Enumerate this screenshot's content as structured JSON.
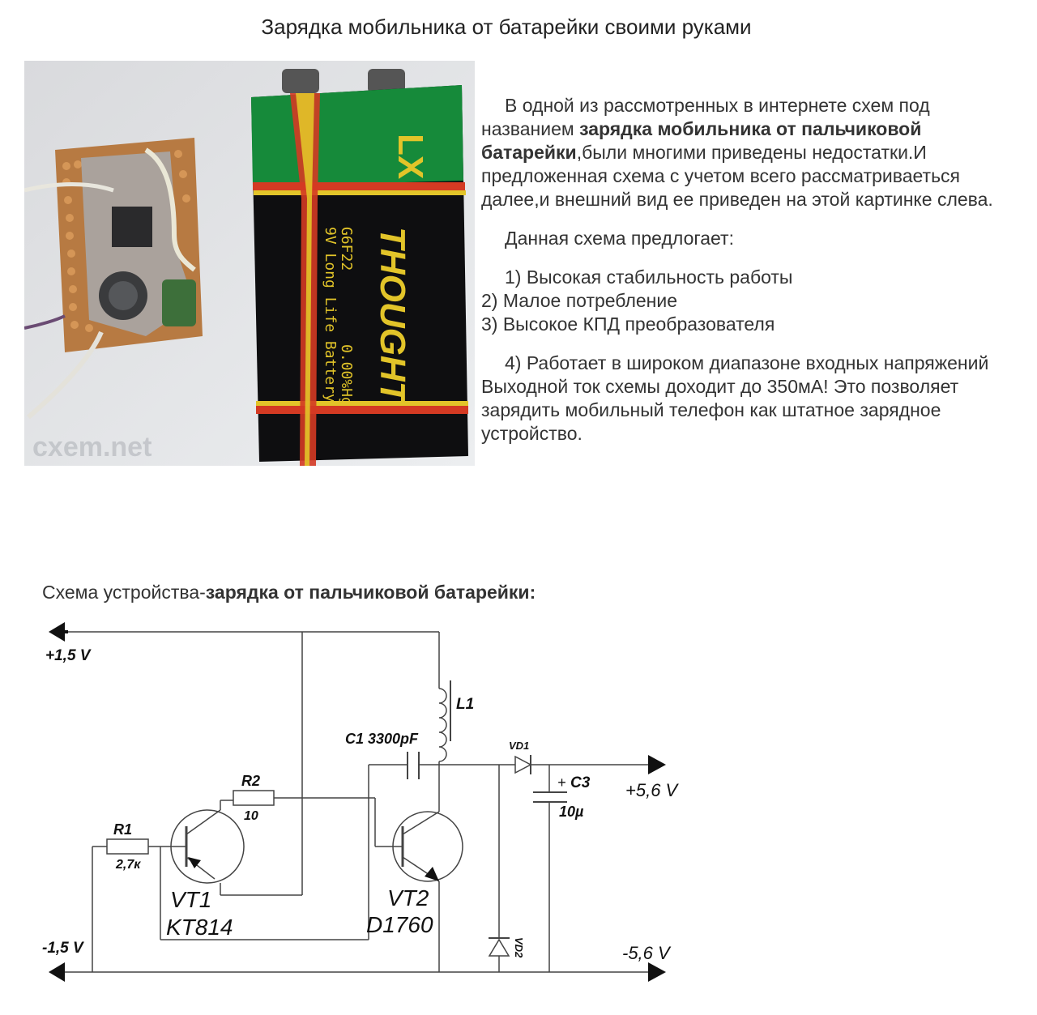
{
  "page": {
    "title": "Зарядка мобильника от батарейки своими руками"
  },
  "photo": {
    "battery_brand": "THOUGHT",
    "battery_model": "G6F22",
    "battery_mercury": "0.00%Hg",
    "battery_desc": "9V Long Life Battery",
    "battery_logo": "LX",
    "watermark": "cxem.net"
  },
  "article": {
    "p1_a": "В одной из рассмотренных в интернете схем под названием ",
    "p1_bold": "зарядка мобильника от пальчиковой батарейки",
    "p1_b": ",были многими приведены недостатки.И предложенная схема с учетом всего рассматриваеться далее,и внешний вид ее приведен на этой картинке слева.",
    "p2": "Данная схема предлогает:",
    "item1": "1) Высокая стабильность работы",
    "item2": "2) Малое потребление",
    "item3": "3) Высокое КПД преобразователя",
    "item4": "4) Работает в широком диапазоне входных напряжений",
    "p4": "Выходной ток схемы доходит до 350мА! Это позволяет зарядить мобильный телефон как штатное зарядное устройство."
  },
  "schematic": {
    "caption_a": "Схема устройства-",
    "caption_bold": "зарядка от пальчиковой батарейки:",
    "vin_plus": "+1,5 V",
    "vin_minus": "-1,5 V",
    "vout_plus": "+5,6 V",
    "vout_minus": "-5,6 V",
    "l1": "L1",
    "c1": "C1 3300pF",
    "vd1": "VD1",
    "vd2": "VD2",
    "c3": "C3",
    "c3_plus": "+",
    "c3_val": "10µ",
    "r1": "R1",
    "r1_val": "2,7к",
    "r2": "R2",
    "r2_val": "10",
    "vt1": "VT1",
    "vt1_part": "KT814",
    "vt2": "VT2",
    "vt2_part": "D1760"
  }
}
